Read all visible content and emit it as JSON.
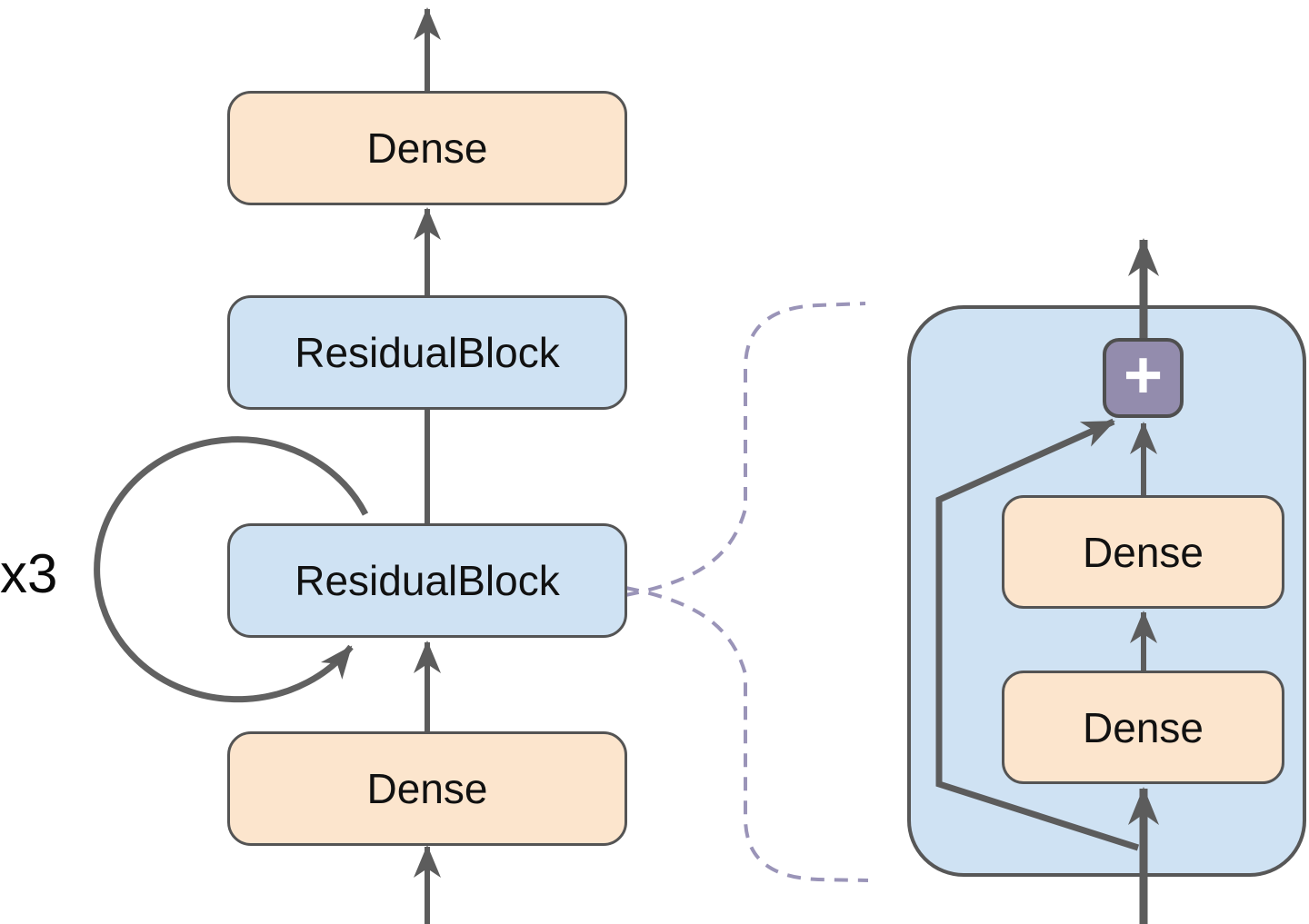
{
  "colors": {
    "dense": "#FCE5CD",
    "residual": "#CFE2F3",
    "panel": "#CFE2F3",
    "plus": "#938CAD",
    "border": "#545454",
    "line": "#5C5C5C",
    "dash": "#9A94B8",
    "text": "#111111"
  },
  "left": {
    "repeat_label": "x3",
    "blocks": [
      {
        "label": "Dense",
        "type": "dense"
      },
      {
        "label": "ResidualBlock",
        "type": "residual"
      },
      {
        "label": "ResidualBlock",
        "type": "residual"
      },
      {
        "label": "Dense",
        "type": "dense"
      }
    ]
  },
  "detail": {
    "plus_label": "+",
    "blocks": [
      {
        "label": "Dense"
      },
      {
        "label": "Dense"
      }
    ]
  }
}
